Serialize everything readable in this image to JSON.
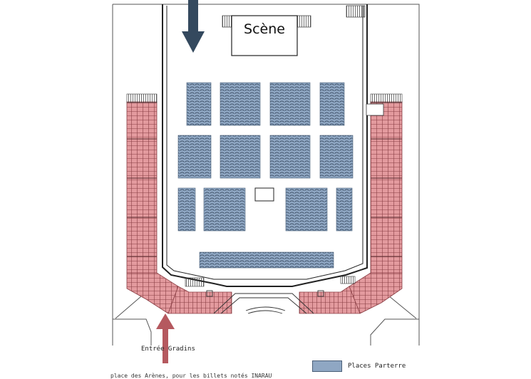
{
  "stage": {
    "label": "Scène"
  },
  "entrance": {
    "label": "Entrée Gradins",
    "sublabel": "place des Arènes, pour les billets notés INARAU"
  },
  "legend": {
    "parterre_label": "Places Parterre"
  },
  "colors": {
    "parterre": "#8fa7c3",
    "parterre_stroke": "#4a5f78",
    "gradins": "#e39a9e",
    "gradins_stroke": "#8a3e44",
    "arrow_entry": "#b5595f",
    "arrow_stage": "#34495e"
  }
}
